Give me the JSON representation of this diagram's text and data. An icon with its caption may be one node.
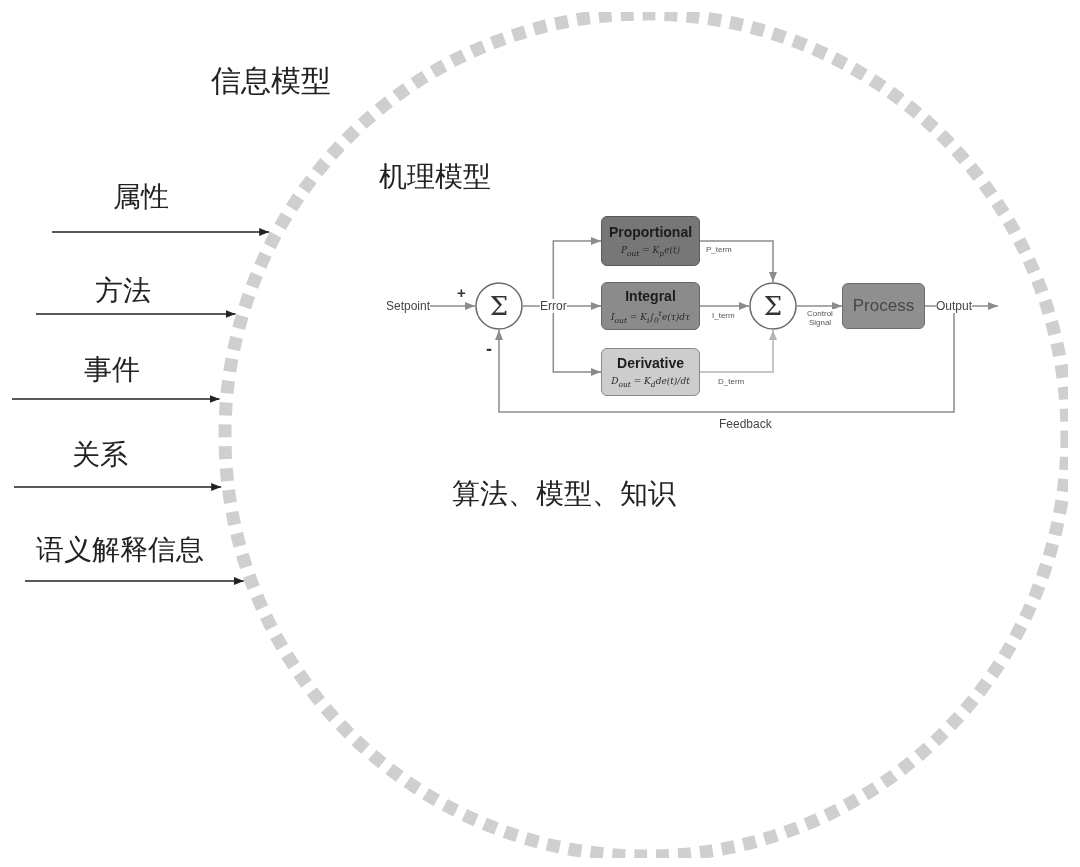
{
  "diagram": {
    "nodes": [
      {
        "text": [
          "信息模型"
        ]
      },
      {
        "text": [
          "Setpoint"
        ],
        "in": 0
      },
      {
        "text": [
          "Σ"
        ],
        "in": 0
      },
      {
        "text": [
          "Error"
        ],
        "in": 0
      },
      {
        "text": [
          "Proportional",
          "P$_{out}$ = K$_{p}$e(t)"
        ],
        "in": 0
      },
      {
        "text": [
          "Integral",
          "I$_{out}$ = K$_{i}$∫$_{0}$$^{t}$e(τ)dτ"
        ],
        "in": 0
      },
      {
        "text": [
          "Derivative",
          "D$_{out}$ = K$_{d}$de(t)/dt"
        ],
        "in": 0
      },
      {
        "text": [
          "Σ"
        ],
        "in": 0
      },
      {
        "text": [
          "Process"
        ],
        "in": 0
      },
      {
        "text": [
          "Output"
        ],
        "in": 0
      }
    ],
    "edges": [
      {
        "from": null,
        "to": 0,
        "arrow": "to",
        "label": "属性",
        "color": "#222222"
      },
      {
        "from": null,
        "to": 0,
        "arrow": "to",
        "label": "方法",
        "color": "#222222"
      },
      {
        "from": null,
        "to": 0,
        "arrow": "to",
        "label": "事件",
        "color": "#222222"
      },
      {
        "from": null,
        "to": 0,
        "arrow": "to",
        "label": "关系",
        "color": "#222222"
      },
      {
        "from": null,
        "to": 0,
        "arrow": "to",
        "label": "语义解释信息",
        "color": "#222222"
      },
      {
        "from": 1,
        "to": 2,
        "arrow": "to"
      },
      {
        "from": 2,
        "to": 3,
        "arrow": "none"
      },
      {
        "from": 3,
        "to": 4,
        "arrow": "to"
      },
      {
        "from": 3,
        "to": 5,
        "arrow": "to"
      },
      {
        "from": 3,
        "to": 6,
        "arrow": "to"
      },
      {
        "from": 4,
        "to": 7,
        "arrow": "to",
        "label": "P_term"
      },
      {
        "from": 5,
        "to": 7,
        "arrow": "to",
        "label": "I_term"
      },
      {
        "from": 6,
        "to": 7,
        "arrow": "to",
        "label": "D_term",
        "color": "#b5b5b5"
      },
      {
        "from": 7,
        "to": 8,
        "arrow": "to",
        "label": "Control Signal"
      },
      {
        "from": 8,
        "to": 9,
        "arrow": "none"
      },
      {
        "from": 9,
        "to": null,
        "arrow": "to"
      },
      {
        "from": 9,
        "to": 2,
        "arrow": "to",
        "label": "Feedback"
      }
    ],
    "labels": [
      "机理模型",
      "+",
      "-",
      "算法、模型、知识"
    ]
  }
}
